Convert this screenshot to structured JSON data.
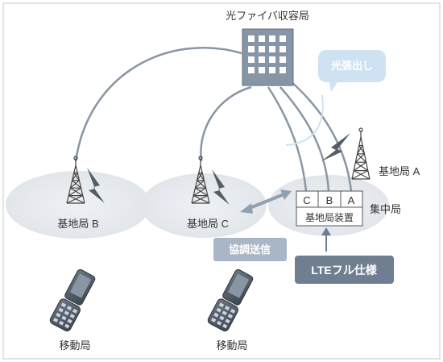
{
  "title": "光ファイバ収容局",
  "callout_fiber": "光張出し",
  "base_station_a": "基地局 A",
  "base_station_b": "基地局 B",
  "base_station_c": "基地局 C",
  "central_station": "集中局",
  "device_slots": [
    "C",
    "B",
    "A"
  ],
  "device_label": "基地局装置",
  "coordinated_tx": "協調送信",
  "lte_spec": "LTEフル仕様",
  "mobile_left": "移動局",
  "mobile_right": "移動局",
  "colors": {
    "line": "#8a96a3",
    "cell": "#e6e9ec",
    "building": "#8796a6",
    "callout": "#cfe2f3",
    "badge_light": "#a8b6c5",
    "badge_dark": "#6f7f91",
    "text": "#333333"
  },
  "icons": [
    "fiber-building-icon",
    "antenna-tower-icon",
    "lightning-icon",
    "mobile-phone-icon",
    "double-arrow-icon"
  ]
}
